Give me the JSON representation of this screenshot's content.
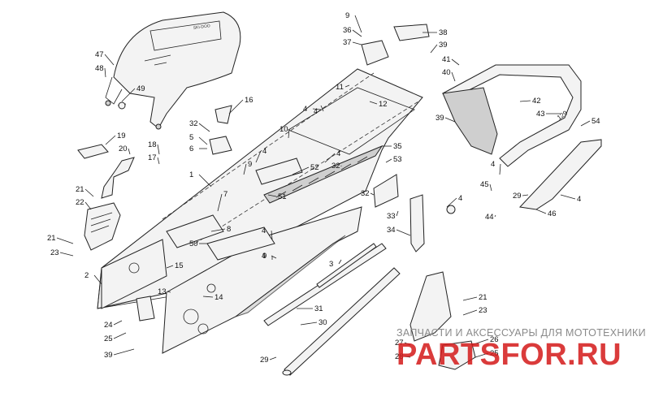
{
  "diagram": {
    "callouts": [
      {
        "n": "1"
      },
      {
        "n": "2"
      },
      {
        "n": "3"
      },
      {
        "n": "4"
      },
      {
        "n": "4"
      },
      {
        "n": "4"
      },
      {
        "n": "4"
      },
      {
        "n": "4"
      },
      {
        "n": "4"
      },
      {
        "n": "4"
      },
      {
        "n": "4"
      },
      {
        "n": "4"
      },
      {
        "n": "5"
      },
      {
        "n": "6"
      },
      {
        "n": "7"
      },
      {
        "n": "8"
      },
      {
        "n": "9"
      },
      {
        "n": "9"
      },
      {
        "n": "9"
      },
      {
        "n": "10"
      },
      {
        "n": "11"
      },
      {
        "n": "12"
      },
      {
        "n": "13"
      },
      {
        "n": "14"
      },
      {
        "n": "15"
      },
      {
        "n": "16"
      },
      {
        "n": "17"
      },
      {
        "n": "18"
      },
      {
        "n": "19"
      },
      {
        "n": "20"
      },
      {
        "n": "21"
      },
      {
        "n": "21"
      },
      {
        "n": "21"
      },
      {
        "n": "22"
      },
      {
        "n": "23"
      },
      {
        "n": "23"
      },
      {
        "n": "24"
      },
      {
        "n": "25"
      },
      {
        "n": "25"
      },
      {
        "n": "26"
      },
      {
        "n": "27"
      },
      {
        "n": "28"
      },
      {
        "n": "29"
      },
      {
        "n": "29"
      },
      {
        "n": "30"
      },
      {
        "n": "31"
      },
      {
        "n": "32"
      },
      {
        "n": "32"
      },
      {
        "n": "32"
      },
      {
        "n": "33"
      },
      {
        "n": "34"
      },
      {
        "n": "35"
      },
      {
        "n": "36"
      },
      {
        "n": "37"
      },
      {
        "n": "38"
      },
      {
        "n": "39"
      },
      {
        "n": "39"
      },
      {
        "n": "39"
      },
      {
        "n": "40"
      },
      {
        "n": "41"
      },
      {
        "n": "42"
      },
      {
        "n": "43"
      },
      {
        "n": "44"
      },
      {
        "n": "45"
      },
      {
        "n": "46"
      },
      {
        "n": "47"
      },
      {
        "n": "48"
      },
      {
        "n": "49"
      },
      {
        "n": "50"
      },
      {
        "n": "51"
      },
      {
        "n": "52"
      },
      {
        "n": "53"
      },
      {
        "n": "54"
      }
    ],
    "rail_decal_text": "129",
    "seat_logo_text": "SKI-DOO"
  },
  "watermark": {
    "line1": "ЗАПЧАСТИ И АКСЕССУАРЫ ДЛЯ МОТОТЕХНИКИ",
    "logo": "PARTSFOR.RU",
    "logo_color": "#d41a1a"
  }
}
